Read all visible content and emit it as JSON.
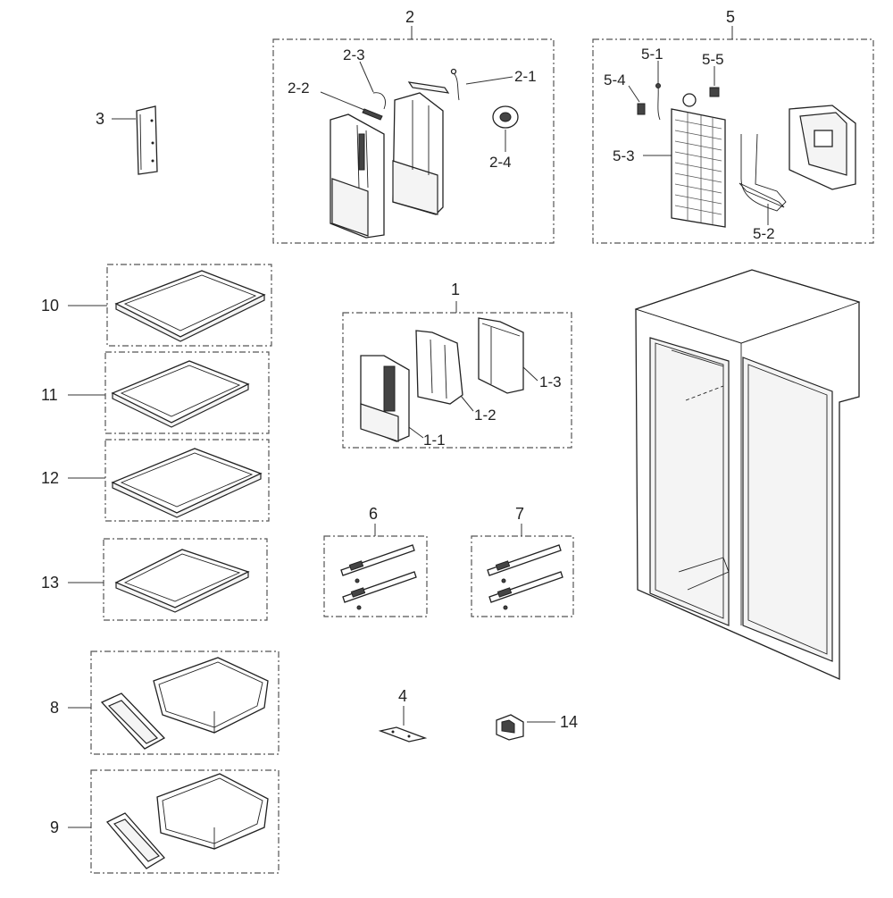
{
  "labels": {
    "l1": "1",
    "l1_1": "1-1",
    "l1_2": "1-2",
    "l1_3": "1-3",
    "l2": "2",
    "l2_1": "2-1",
    "l2_2": "2-2",
    "l2_3": "2-3",
    "l2_4": "2-4",
    "l3": "3",
    "l4": "4",
    "l5": "5",
    "l5_1": "5-1",
    "l5_2": "5-2",
    "l5_3": "5-3",
    "l5_4": "5-4",
    "l5_5": "5-5",
    "l6": "6",
    "l7": "7",
    "l8": "8",
    "l9": "9",
    "l10": "10",
    "l11": "11",
    "l12": "12",
    "l13": "13",
    "l14": "14"
  }
}
